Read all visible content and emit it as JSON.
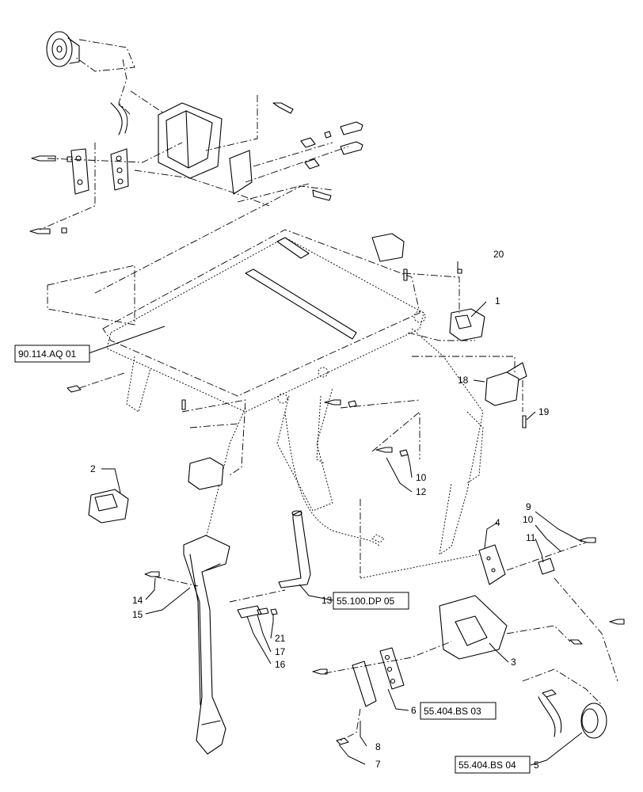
{
  "callouts": {
    "c1": "1",
    "c2": "2",
    "c3": "3",
    "c4": "4",
    "c5": "5",
    "c6": "6",
    "c7": "7",
    "c8": "8",
    "c9": "9",
    "c10a": "10",
    "c10b": "10",
    "c11": "11",
    "c12": "12",
    "c13": "13",
    "c14": "14",
    "c15": "15",
    "c16": "16",
    "c17": "17",
    "c18": "18",
    "c19": "19",
    "c20": "20",
    "c21": "21"
  },
  "references": {
    "r_aq": "90.114.AQ 01",
    "r_dp": "55.100.DP 05",
    "r_bs03": "55.404.BS 03",
    "r_bs04": "55.404.BS 04"
  }
}
